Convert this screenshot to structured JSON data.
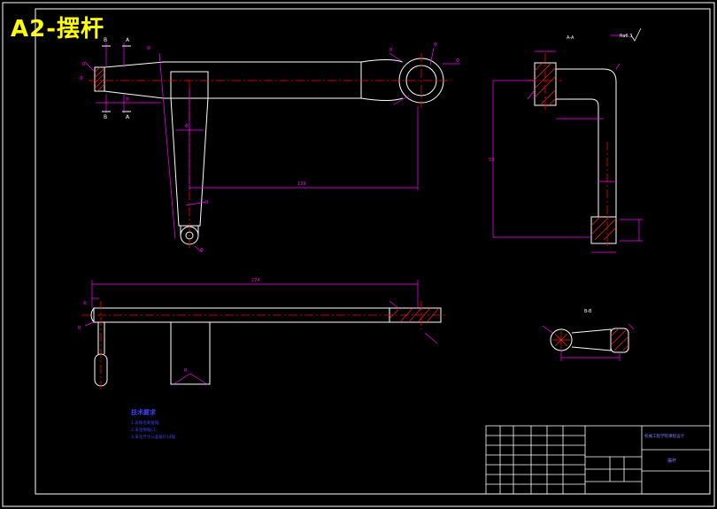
{
  "title": "A2-摆杆",
  "colors": {
    "background": "#000000",
    "outline": "#ffffff",
    "dimension": "#ff00ff",
    "centerline": "#ff0000",
    "hatch": "#ff2020",
    "note": "#4040ff",
    "title_text": "#ffff00",
    "small_text": "#7f7fff"
  },
  "views": {
    "section_a": "A-A",
    "section_b": "B-B"
  },
  "technical_notes": {
    "heading": "技术要求",
    "lines": [
      "1.去除毛刺棱角;",
      "2.未注倒角C1;",
      "3.未注尺寸公差按IT14级."
    ]
  },
  "dimensions": {
    "overall_length": "274",
    "center_distance": "139",
    "vertical_height": "53",
    "roughness_mark": "Ra6.3"
  },
  "title_block": {
    "part_name": "摆杆",
    "school": "机械工程学院课程设计"
  }
}
